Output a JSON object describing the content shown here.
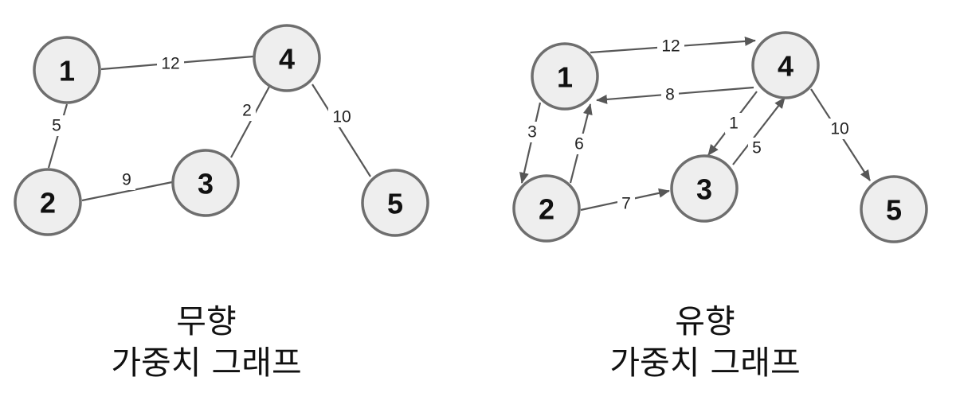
{
  "graphs": [
    {
      "id": "undirected",
      "directed": false,
      "caption_line1": "무향",
      "caption_line2": "가중치 그래프",
      "nodes": [
        "1",
        "2",
        "3",
        "4",
        "5"
      ],
      "edges": [
        {
          "from": "1",
          "to": "4",
          "weight": "12"
        },
        {
          "from": "1",
          "to": "2",
          "weight": "5"
        },
        {
          "from": "2",
          "to": "3",
          "weight": "9"
        },
        {
          "from": "3",
          "to": "4",
          "weight": "2"
        },
        {
          "from": "4",
          "to": "5",
          "weight": "10"
        }
      ]
    },
    {
      "id": "directed",
      "directed": true,
      "caption_line1": "유향",
      "caption_line2": "가중치 그래프",
      "nodes": [
        "1",
        "2",
        "3",
        "4",
        "5"
      ],
      "edges": [
        {
          "from": "1",
          "to": "4",
          "weight": "12"
        },
        {
          "from": "4",
          "to": "1",
          "weight": "8"
        },
        {
          "from": "1",
          "to": "2",
          "weight": "3"
        },
        {
          "from": "2",
          "to": "1",
          "weight": "6"
        },
        {
          "from": "2",
          "to": "3",
          "weight": "7"
        },
        {
          "from": "4",
          "to": "3",
          "weight": "1"
        },
        {
          "from": "3",
          "to": "4",
          "weight": "5"
        },
        {
          "from": "4",
          "to": "5",
          "weight": "10"
        }
      ]
    }
  ],
  "style": {
    "node_fill": "#eeeeee",
    "node_stroke": "#6e6e6e",
    "edge_color": "#575757"
  }
}
